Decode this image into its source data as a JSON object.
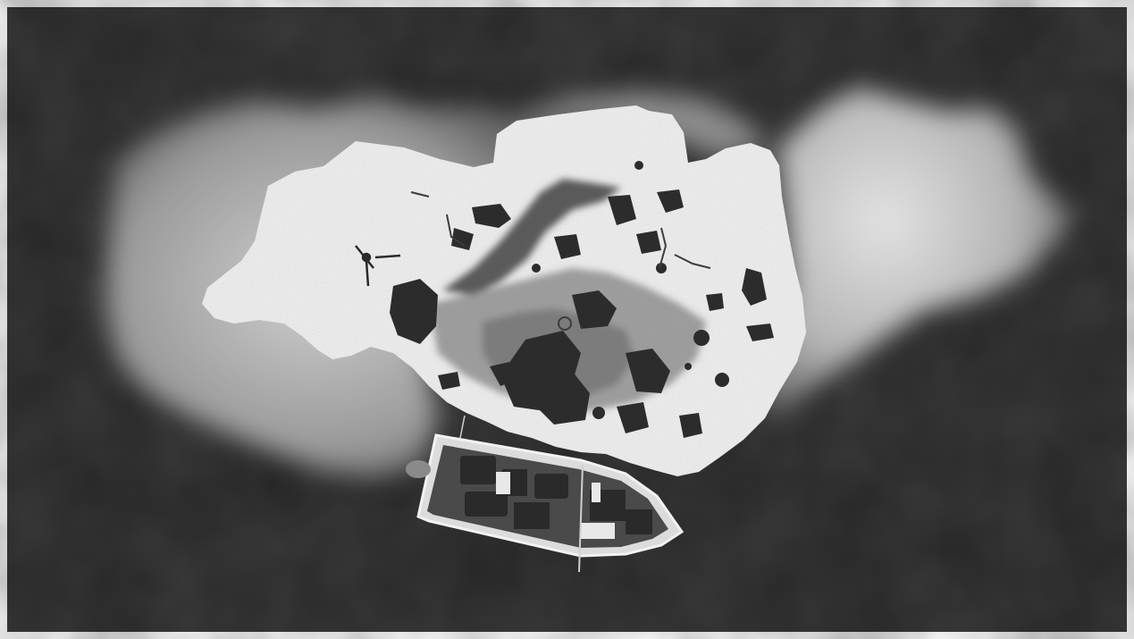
{
  "image": {
    "kind": "aerial-photograph",
    "tone": "grayscale",
    "subject": "island",
    "colors": {
      "frame": "#ffffff",
      "water": "#3a3a3a",
      "shallows": "#b9b9b9",
      "sand": "#f4f4f4",
      "debris": "#2c2c2c",
      "boat_hull": "#dcdcdc"
    }
  }
}
